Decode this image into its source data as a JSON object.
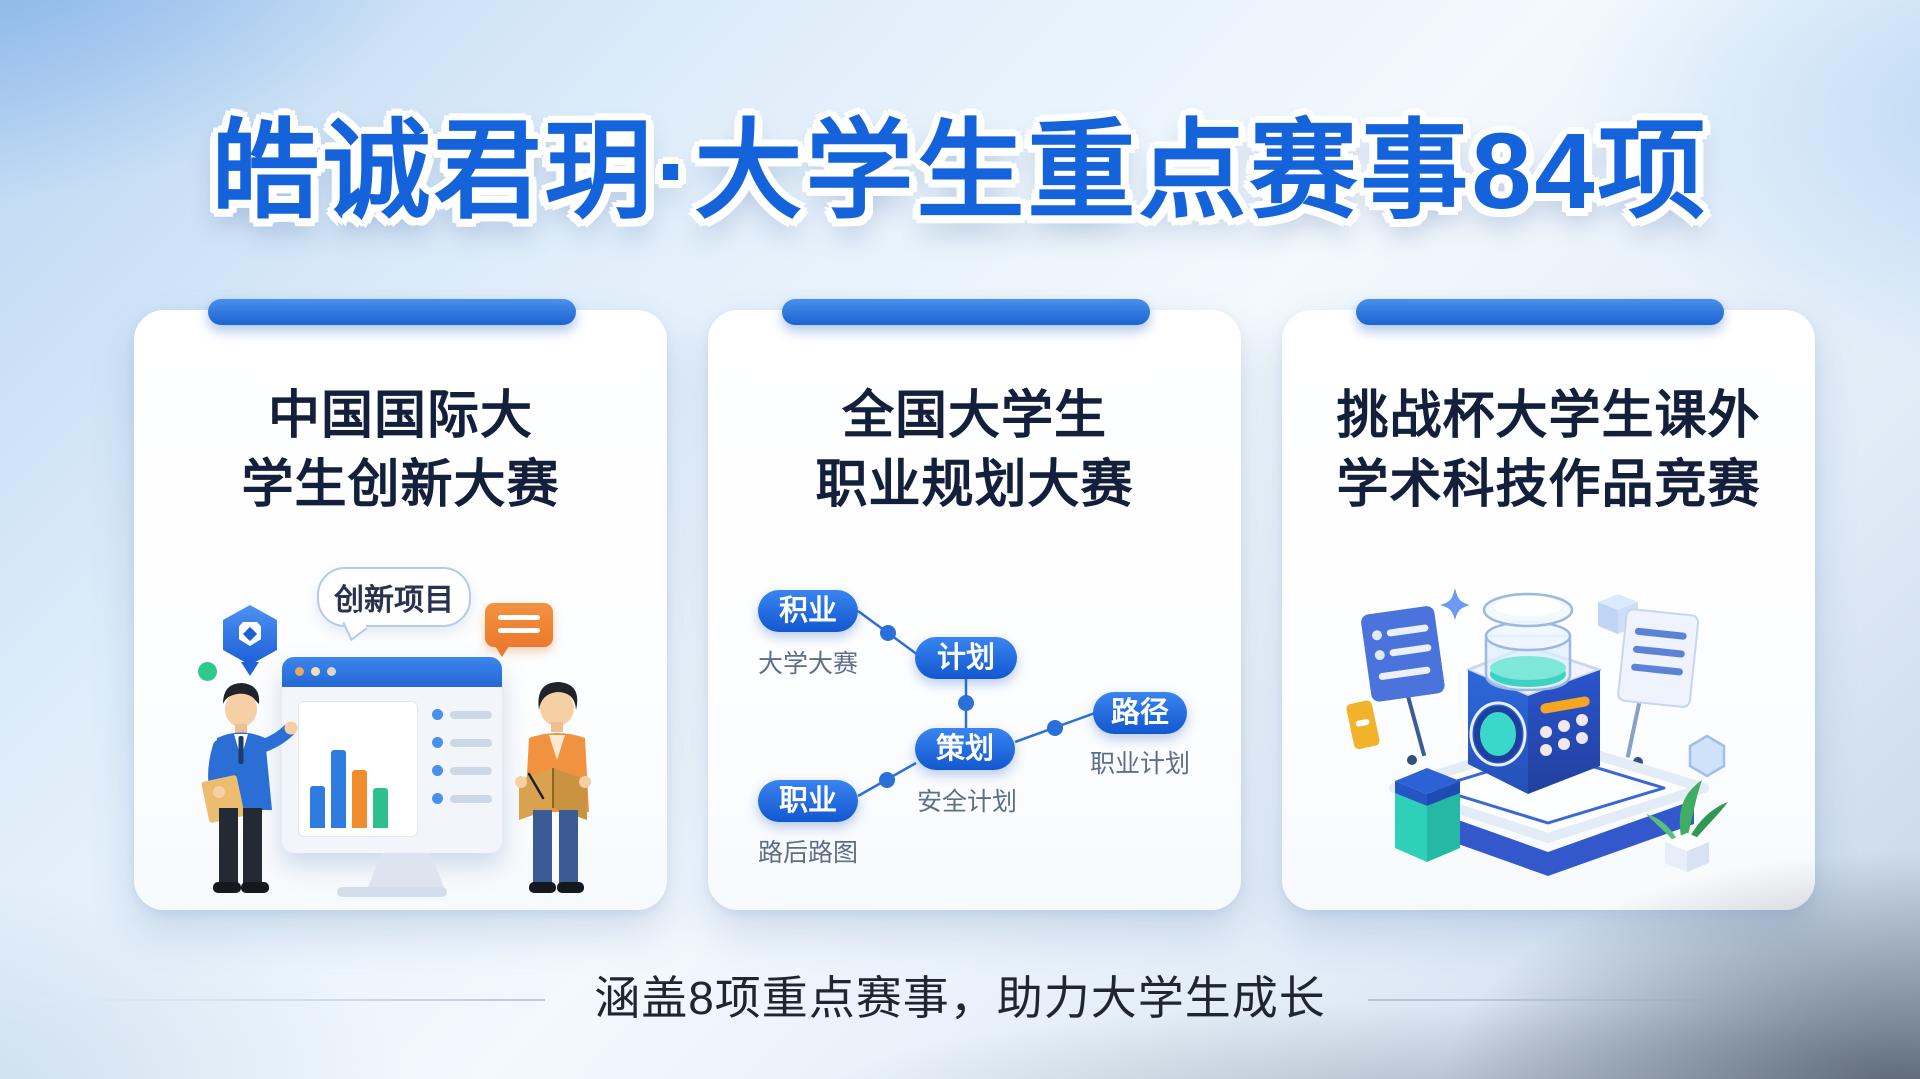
{
  "header": {
    "title": "皓诚君玥·大学生重点赛事84项"
  },
  "footer": {
    "caption": "涵盖8项重点赛事，助力大学生成长"
  },
  "colors": {
    "title_blue": "#1563da",
    "accent_blue": "#1b63d0",
    "card_title_navy": "#141f3c",
    "node_blue": "#1a6ce8",
    "orange": "#ec7a2e",
    "green": "#2ec98c",
    "teal": "#3ed2c4"
  },
  "cards": [
    {
      "title": "中国国际大\n学生创新大赛",
      "bubble_label": "创新项目"
    },
    {
      "title": "全国大学生\n职业规划大赛",
      "flowchart": {
        "nodes": [
          {
            "label": "积业",
            "sublabel": "大学大赛"
          },
          {
            "label": "计划",
            "sublabel": ""
          },
          {
            "label": "策划",
            "sublabel": "安全计划"
          },
          {
            "label": "路径",
            "sublabel": "职业计划"
          },
          {
            "label": "职业",
            "sublabel": "路后路图"
          }
        ]
      }
    },
    {
      "title": "挑战杯大学生课外\n学术科技作品竞赛"
    }
  ]
}
